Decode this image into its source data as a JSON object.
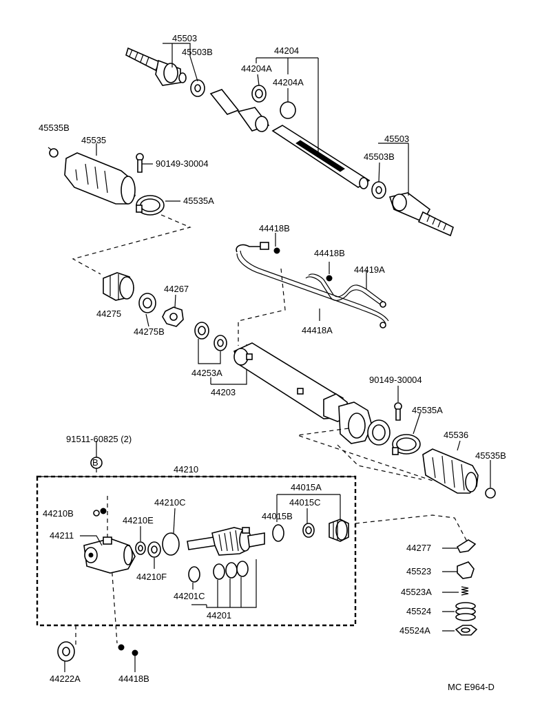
{
  "labels": {
    "p45503_top": "45503",
    "p45503b_top": "45503B",
    "p44204": "44204",
    "p44204a_1": "44204A",
    "p44204a_2": "44204A",
    "p45535b_top": "45535B",
    "p45535": "45535",
    "p90149_top": "90149-30004",
    "p45535a_top": "45535A",
    "p45503_right": "45503",
    "p45503b_right": "45503B",
    "p44418b_1": "44418B",
    "p44418b_2": "44418B",
    "p44419a": "44419A",
    "p44267": "44267",
    "p44275": "44275",
    "p44275b": "44275B",
    "p44418a": "44418A",
    "p44253a": "44253A",
    "p44203": "44203",
    "p90149_mid": "90149-30004",
    "p45535a_mid": "45535A",
    "p45536": "45536",
    "p45535b_mid": "45535B",
    "p91511": "91511-60825 (2)",
    "p44210": "44210",
    "p44015a": "44015A",
    "p44015b": "44015B",
    "p44015c": "44015C",
    "p44210c": "44210C",
    "p44210b": "44210B",
    "p44210e": "44210E",
    "p44211": "44211",
    "p44210f": "44210F",
    "p44201c": "44201C",
    "p44201": "44201",
    "p44277": "44277",
    "p45523": "45523",
    "p45523a": "45523A",
    "p45524": "45524",
    "p45524a": "45524A",
    "p44222a": "44222A",
    "p44418b_3": "44418B"
  },
  "callout_b": "B",
  "diagram_code": "MC  E964-D"
}
